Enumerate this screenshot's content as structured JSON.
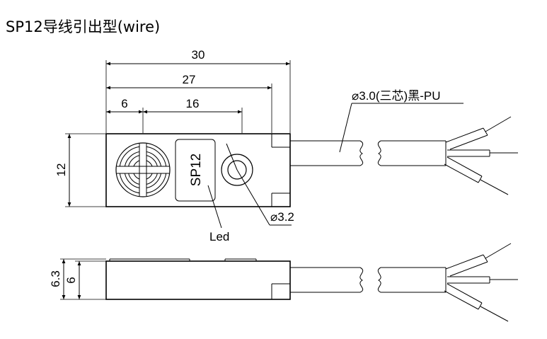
{
  "title": "SP12导线引出型(wire)",
  "dimensions": {
    "overall_length": "30",
    "body_length": "27",
    "sensor_offset": "6",
    "led_offset": "16",
    "height": "12",
    "thickness_total": "6.3",
    "thickness_body": "6",
    "hole": "⌀3.2"
  },
  "labels": {
    "cable": "⌀3.0(三芯)黑-PU",
    "led": "Led",
    "model": "SP12"
  },
  "colors": {
    "line": "#000000",
    "background": "#ffffff"
  }
}
